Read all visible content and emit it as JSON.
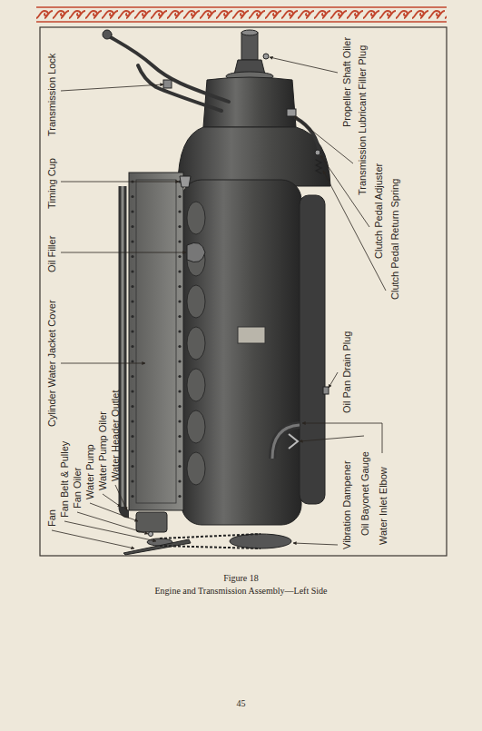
{
  "diagram": {
    "caption": "Engine and Transmission Assembly—Left Side",
    "labels": [
      "Fan",
      "Fan Belt & Pulley",
      "Fan Oiler",
      "Water Pump",
      "Water Pump Oiler",
      "Water Header Outlet",
      "Cylinder Water Jacket Cover",
      "Oil Filler",
      "Timing Cup",
      "Transmission Lock",
      "Propeller Shaft Oiler",
      "Transmission Lubricant Filler Plug",
      "Clutch Pedal Adjuster",
      "Clutch Pedal Return Spring",
      "Oil Pan Drain Plug",
      "Oil Bayonet Gauge",
      "Water Inlet Elbow",
      "Vibration Dampener",
      "Figure 18",
      "45"
    ]
  }
}
